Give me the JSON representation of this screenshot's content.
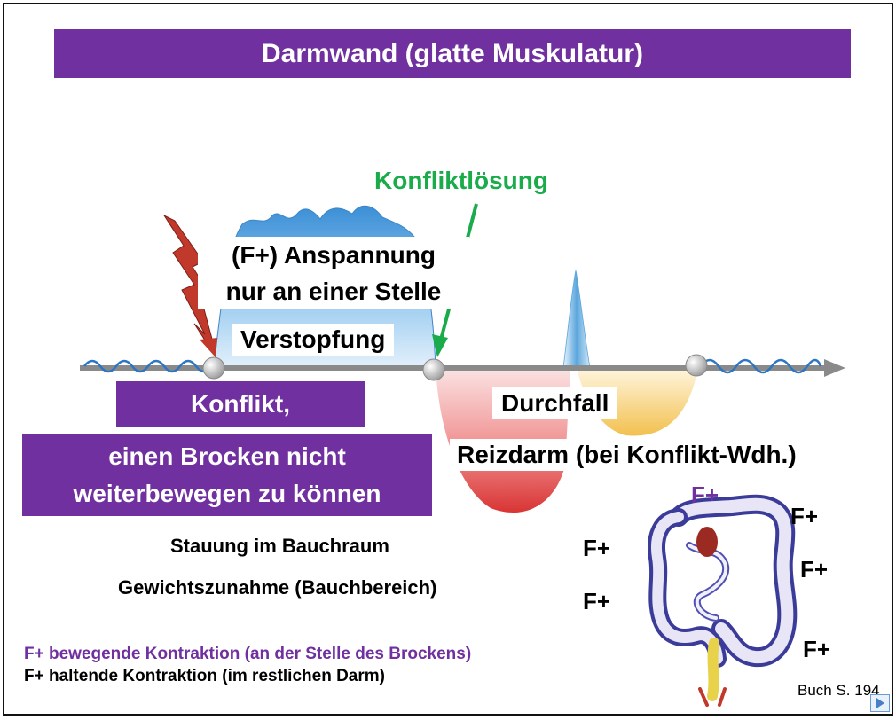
{
  "title": "Darmwand (glatte Muskulatur)",
  "labels": {
    "konfliktloesung": "Konfliktlösung",
    "anspannung_line1": "(F+) Anspannung",
    "anspannung_line2": "nur an einer Stelle",
    "verstopfung": "Verstopfung",
    "konflikt": "Konflikt,",
    "brocken_line1": "einen Brocken nicht",
    "brocken_line2": "weiterbewegen zu können",
    "durchfall": "Durchfall",
    "reizdarm": "Reizdarm (bei Konflikt-Wdh.)",
    "stauung": "Stauung im Bauchraum",
    "gewicht": "Gewichtszunahme (Bauchbereich)",
    "legend_bewegend": "F+ bewegende Kontraktion (an der Stelle des Brockens)",
    "legend_haltend": "F+ haltende Kontraktion (im restlichen Darm)",
    "source": "Buch S. 194",
    "colon_marks": [
      "F+",
      "F+",
      "F+",
      "F+",
      "F+",
      "F+"
    ]
  },
  "colors": {
    "banner": "#7030a0",
    "highlight_text": "#7030a0",
    "resolution": "#1aab4b",
    "lightning": "#c0392b",
    "sympathicotonia": "#5ea9dd",
    "vagotonia_red": "#e85a5a",
    "vagotonia_yellow": "#f2cf6a"
  }
}
